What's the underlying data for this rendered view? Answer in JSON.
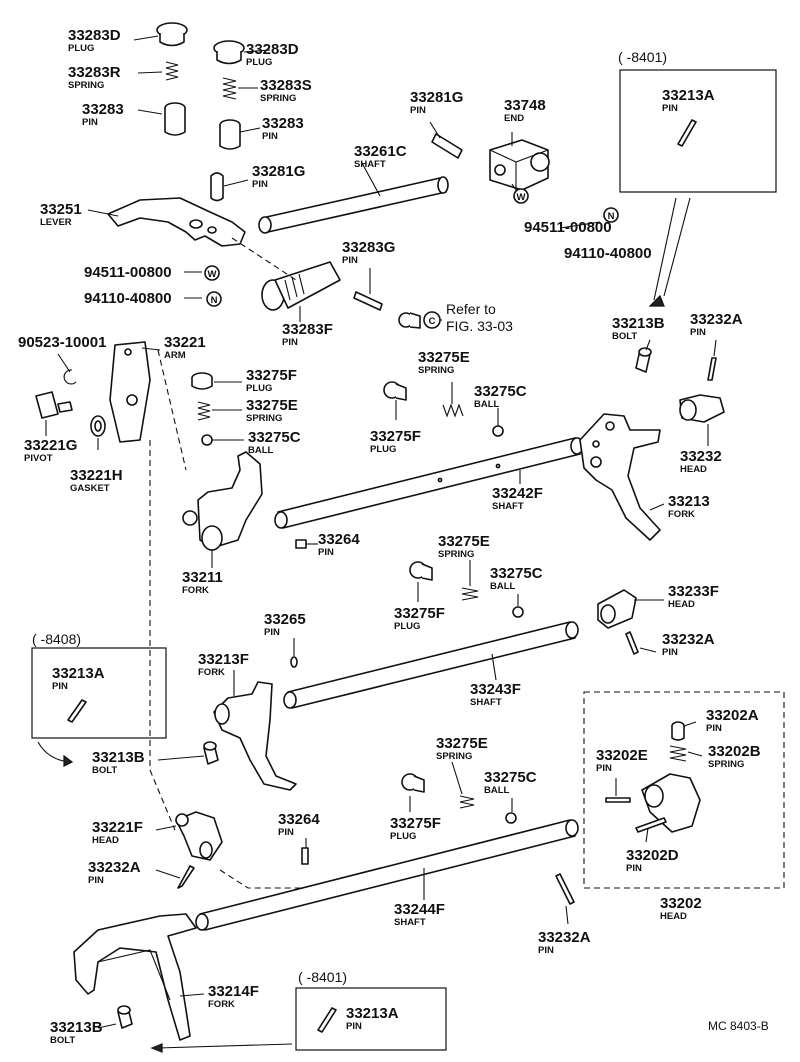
{
  "callouts": [
    {
      "id": "c1",
      "code": "33283D",
      "word": "PLUG"
    },
    {
      "id": "c2",
      "code": "33283D",
      "word": "PLUG"
    },
    {
      "id": "c3",
      "code": "33283R",
      "word": "SPRING"
    },
    {
      "id": "c4",
      "code": "33283S",
      "word": "SPRING"
    },
    {
      "id": "c5",
      "code": "33283",
      "word": "PIN"
    },
    {
      "id": "c6",
      "code": "33283",
      "word": "PIN"
    },
    {
      "id": "c7",
      "code": "33281G",
      "word": "PIN"
    },
    {
      "id": "c8",
      "code": "33281G",
      "word": "PIN"
    },
    {
      "id": "c9",
      "code": "33748",
      "word": "END"
    },
    {
      "id": "c10",
      "code": "33261C",
      "word": "SHAFT"
    },
    {
      "id": "c11",
      "code": "33251",
      "word": "LEVER"
    },
    {
      "id": "c12",
      "code": "94511-00800",
      "word": ""
    },
    {
      "id": "c13",
      "code": "94110-40800",
      "word": ""
    },
    {
      "id": "c14",
      "code": "94511-00800",
      "word": ""
    },
    {
      "id": "c15",
      "code": "94110-40800",
      "word": ""
    },
    {
      "id": "c16",
      "code": "33283G",
      "word": "PIN"
    },
    {
      "id": "c17",
      "code": "33283F",
      "word": "PIN"
    },
    {
      "id": "c18",
      "code": "33213A",
      "word": "PIN"
    },
    {
      "id": "c19",
      "code": "33213B",
      "word": "BOLT"
    },
    {
      "id": "c20",
      "code": "33232A",
      "word": "PIN"
    },
    {
      "id": "c21",
      "code": "90523-10001",
      "word": ""
    },
    {
      "id": "c22",
      "code": "33221",
      "word": "ARM"
    },
    {
      "id": "c23",
      "code": "33275F",
      "word": "PLUG"
    },
    {
      "id": "c24",
      "code": "33275E",
      "word": "SPRING"
    },
    {
      "id": "c25",
      "code": "33275C",
      "word": "BALL"
    },
    {
      "id": "c26",
      "code": "33275E",
      "word": "SPRING"
    },
    {
      "id": "c27",
      "code": "33275C",
      "word": "BALL"
    },
    {
      "id": "c28",
      "code": "33275F",
      "word": "PLUG"
    },
    {
      "id": "c29",
      "code": "33221G",
      "word": "PIVOT"
    },
    {
      "id": "c30",
      "code": "33221H",
      "word": "GASKET"
    },
    {
      "id": "c31",
      "code": "33242F",
      "word": "SHAFT"
    },
    {
      "id": "c32",
      "code": "33232",
      "word": "HEAD"
    },
    {
      "id": "c33",
      "code": "33213",
      "word": "FORK"
    },
    {
      "id": "c34",
      "code": "33264",
      "word": "PIN"
    },
    {
      "id": "c35",
      "code": "33211",
      "word": "FORK"
    },
    {
      "id": "c36",
      "code": "33275E",
      "word": "SPRING"
    },
    {
      "id": "c37",
      "code": "33275C",
      "word": "BALL"
    },
    {
      "id": "c38",
      "code": "33275F",
      "word": "PLUG"
    },
    {
      "id": "c39",
      "code": "33233F",
      "word": "HEAD"
    },
    {
      "id": "c40",
      "code": "33265",
      "word": "PIN"
    },
    {
      "id": "c41",
      "code": "33232A",
      "word": "PIN"
    },
    {
      "id": "c42",
      "code": "33213F",
      "word": "FORK"
    },
    {
      "id": "c43",
      "code": "33213A",
      "word": "PIN"
    },
    {
      "id": "c44",
      "code": "33243F",
      "word": "SHAFT"
    },
    {
      "id": "c45",
      "code": "33213B",
      "word": "BOLT"
    },
    {
      "id": "c46",
      "code": "33275E",
      "word": "SPRING"
    },
    {
      "id": "c47",
      "code": "33275C",
      "word": "BALL"
    },
    {
      "id": "c48",
      "code": "33202A",
      "word": "PIN"
    },
    {
      "id": "c49",
      "code": "33202E",
      "word": "PIN"
    },
    {
      "id": "c50",
      "code": "33202B",
      "word": "SPRING"
    },
    {
      "id": "c51",
      "code": "33221F",
      "word": "HEAD"
    },
    {
      "id": "c52",
      "code": "33264",
      "word": "PIN"
    },
    {
      "id": "c53",
      "code": "33275F",
      "word": "PLUG"
    },
    {
      "id": "c54",
      "code": "33202D",
      "word": "PIN"
    },
    {
      "id": "c55",
      "code": "33232A",
      "word": "PIN"
    },
    {
      "id": "c56",
      "code": "33244F",
      "word": "SHAFT"
    },
    {
      "id": "c57",
      "code": "33202",
      "word": "HEAD"
    },
    {
      "id": "c58",
      "code": "33232A",
      "word": "PIN"
    },
    {
      "id": "c59",
      "code": "33214F",
      "word": "FORK"
    },
    {
      "id": "c60",
      "code": "33213A",
      "word": "PIN"
    },
    {
      "id": "c61",
      "code": "33213B",
      "word": "BOLT"
    }
  ],
  "markers": [
    {
      "id": "m1",
      "letter": "W"
    },
    {
      "id": "m2",
      "letter": "N"
    },
    {
      "id": "m3",
      "letter": "W"
    },
    {
      "id": "m4",
      "letter": "N"
    }
  ],
  "boxes": [
    {
      "id": "b1",
      "range": "(     -8401)"
    },
    {
      "id": "b2",
      "range": "(     -8408)"
    },
    {
      "id": "b3",
      "range": "(     -8401)"
    }
  ],
  "refer_note": {
    "line1": "Refer to",
    "line2": "FIG. 33-03",
    "marker": "C"
  },
  "figure_code": "MC  8403-B"
}
